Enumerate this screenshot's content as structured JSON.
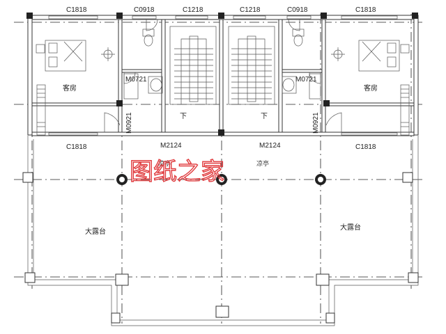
{
  "top_windows": [
    "C1818",
    "C0918",
    "C1218",
    "C1218",
    "C0918",
    "C1818"
  ],
  "doors_upper": [
    "M0721",
    "M0721"
  ],
  "doors_side": [
    "M0921",
    "M0921"
  ],
  "rooms": [
    "客房",
    "客房"
  ],
  "stair_down": [
    "下",
    "下"
  ],
  "mid_labels": [
    "C1818",
    "M2124",
    "M2124",
    "C1818"
  ],
  "pavilion": [
    "凉亭",
    "凉亭"
  ],
  "terrace": [
    "大露台",
    "大露台"
  ],
  "watermark": "图纸之家",
  "colors": {
    "line": "#333333",
    "watermark": "#e0393c"
  }
}
